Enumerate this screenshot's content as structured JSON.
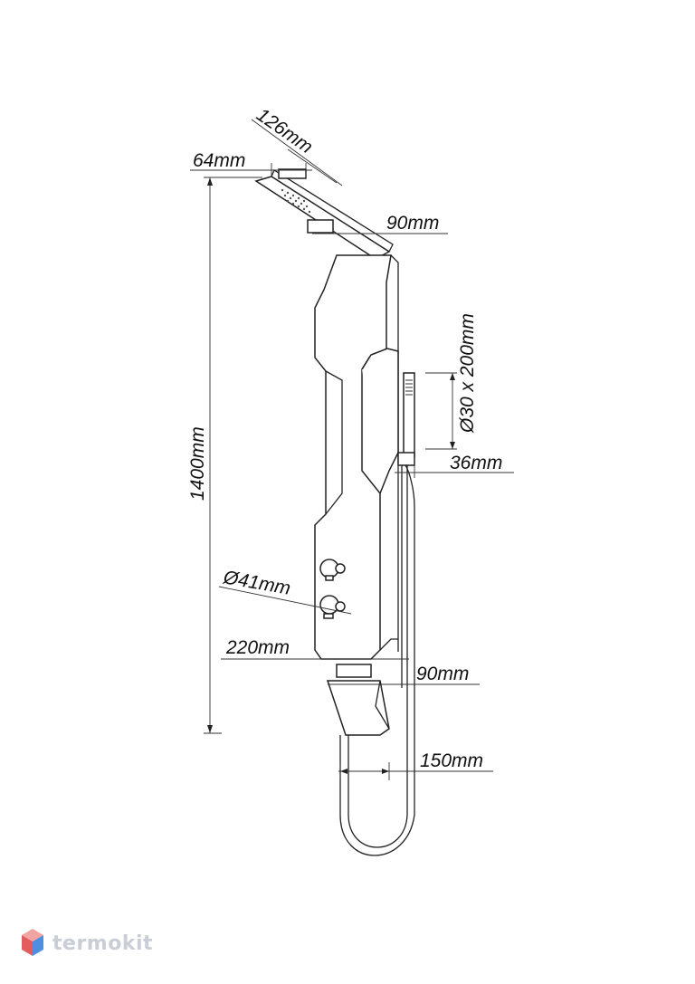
{
  "dimensions": {
    "top_depth": "126mm",
    "head_width": "64mm",
    "upper_offset": "90mm",
    "handshower": "Ø30 x 200mm",
    "holder": "36mm",
    "height": "1400mm",
    "knob": "Ø41mm",
    "panel_width": "220mm",
    "lower_offset": "90mm",
    "spout": "150mm"
  },
  "logo": {
    "text": "termokit",
    "colors": {
      "top": "#f2a3a3",
      "left": "#e35d5d",
      "right": "#4f8fe0"
    }
  }
}
